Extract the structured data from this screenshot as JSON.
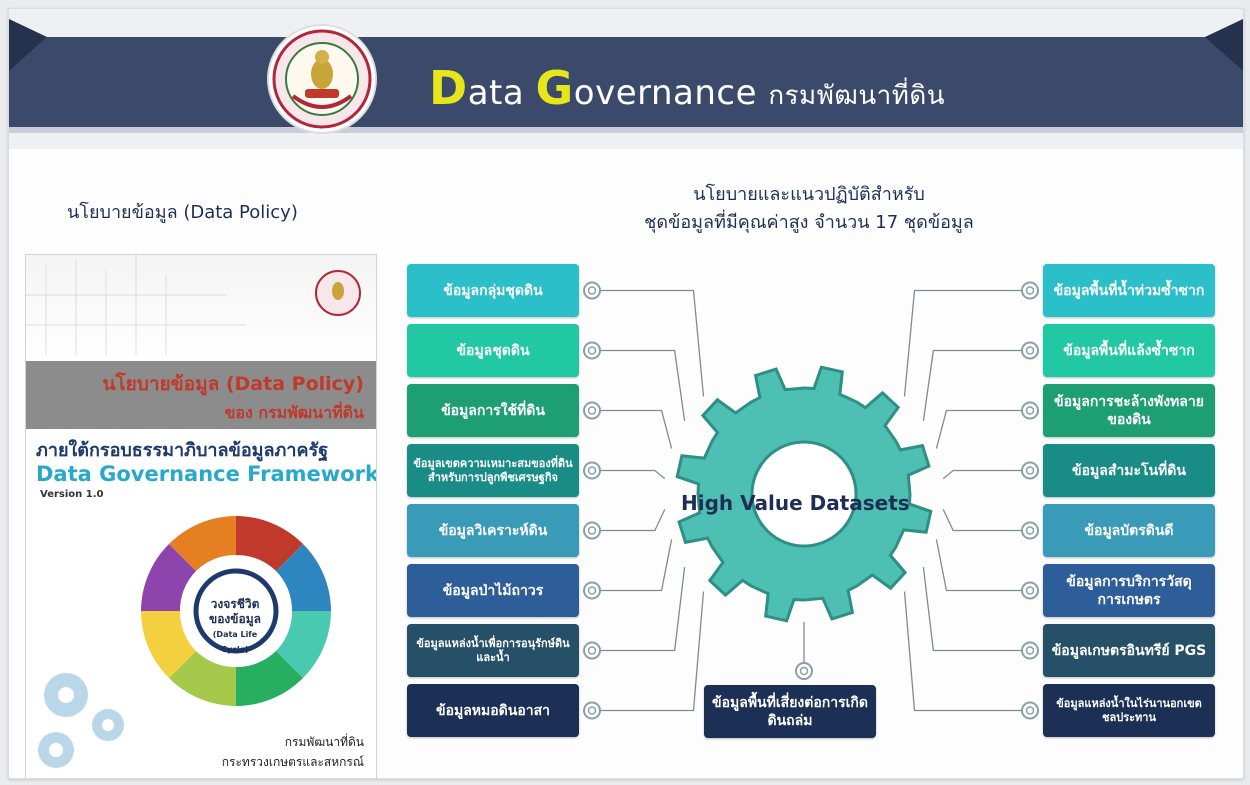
{
  "header": {
    "title_d": "D",
    "title_ata": "ata ",
    "title_g": "G",
    "title_overnance": "overnance",
    "title_thai": "กรมพัฒนาที่ดิน"
  },
  "policy_heading": "นโยบายข้อมูล (Data Policy)",
  "main_heading": {
    "line1": "นโยบายและแนวปฏิบัติสำหรับ",
    "line2": "ชุดข้อมูลที่มีคุณค่าสูง จำนวน 17 ชุดข้อมูล"
  },
  "book": {
    "band_line1": "นโยบายข้อมูล (Data Policy)",
    "band_line2": "ของ กรมพัฒนาที่ดิน",
    "subtitle": "ภายใต้กรอบธรรมาภิบาลข้อมูลภาครัฐ",
    "framework": "Data Governance Framework",
    "version": "Version 1.0",
    "cycle_label_1": "วงจรชีวิต",
    "cycle_label_2": "ของข้อมูล",
    "cycle_label_3": "(Data Life Cycle)",
    "org_line1": "กรมพัฒนาที่ดิน",
    "org_line2": "กระทรวงเกษตรและสหกรณ์"
  },
  "gear_label": "High Value Datasets",
  "left_items": [
    {
      "label": "ข้อมูลกลุ่มชุดดิน",
      "color": "#2bbfc9"
    },
    {
      "label": "ข้อมูลชุดดิน",
      "color": "#22c8a3"
    },
    {
      "label": "ข้อมูลการใช้ที่ดิน",
      "color": "#1e9e73"
    },
    {
      "label": "ข้อมูลเขตความเหมาะสมของที่ดินสำหรับการปลูกพืชเศรษฐกิจ",
      "color": "#1a8c86"
    },
    {
      "label": "ข้อมูลวิเคราะห์ดิน",
      "color": "#3a9bb8"
    },
    {
      "label": "ข้อมูลป่าไม้ถาวร",
      "color": "#2d5e9a"
    },
    {
      "label": "ข้อมูลแหล่งน้ำเพื่อการอนุรักษ์ดินและน้ำ",
      "color": "#264f68"
    },
    {
      "label": "ข้อมูลหมอดินอาสา",
      "color": "#1c2f55"
    }
  ],
  "right_items": [
    {
      "label": "ข้อมูลพื้นที่น้ำท่วมซ้ำซาก",
      "color": "#2bbfc9"
    },
    {
      "label": "ข้อมูลพื้นที่แล้งซ้ำซาก",
      "color": "#22c8a3"
    },
    {
      "label": "ข้อมูลการชะล้างพังทลายของดิน",
      "color": "#1e9e73"
    },
    {
      "label": "ข้อมูลสำมะโนที่ดิน",
      "color": "#1a8c86"
    },
    {
      "label": "ข้อมูลบัตรดินดี",
      "color": "#3a9bb8"
    },
    {
      "label": "ข้อมูลการบริการวัสดุการเกษตร",
      "color": "#2d5e9a"
    },
    {
      "label": "ข้อมูลเกษตรอินทรีย์ PGS",
      "color": "#264f68"
    },
    {
      "label": "ข้อมูลแหล่งน้ำในไร่นานอกเขตชลประทาน",
      "color": "#1c2f55"
    }
  ],
  "bottom_item": {
    "label": "ข้อมูลพื้นที่เสี่ยงต่อการเกิดดินถล่ม",
    "color": "#1c2f55"
  },
  "colors": {
    "gear": "#4dbfb3",
    "header_band": "#3b4a6b",
    "connector": "#7f8c8d"
  }
}
